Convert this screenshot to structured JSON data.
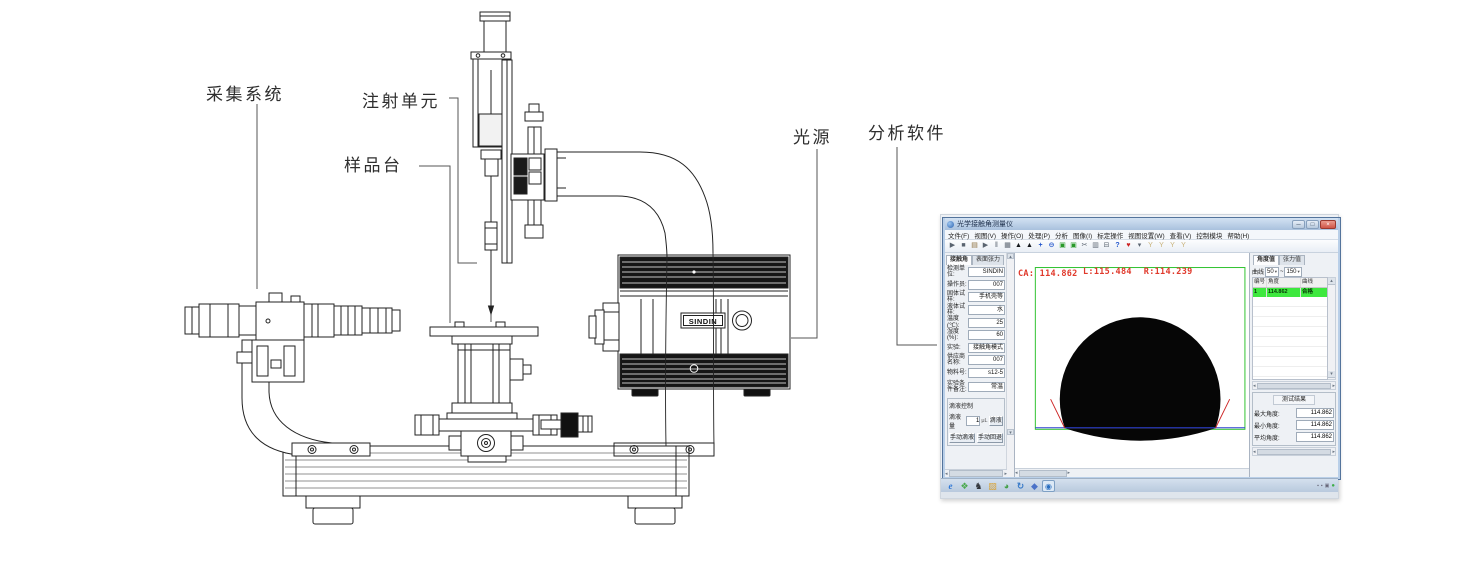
{
  "diagram": {
    "labels": {
      "camera": "采集系统",
      "injector": "注射单元",
      "stage": "样品台",
      "light": "光源",
      "software": "分析软件"
    },
    "brand": "SINDIN"
  },
  "app": {
    "title": "光学接触角测量仪",
    "win_min": "─",
    "win_max": "□",
    "win_close": "×",
    "menus": [
      "文件(F)",
      "视图(V)",
      "操作(O)",
      "处理(P)",
      "分析",
      "图像(I)",
      "标定操作",
      "视图设置(W)",
      "查看(V)",
      "控制模块",
      "帮助(H)"
    ],
    "toolbar": [
      "▶",
      "■",
      "▤",
      "▶",
      "‖",
      "▦",
      "▲",
      "▲",
      "+",
      "⊖",
      "▣",
      "▣",
      "✂",
      "▥",
      "⊟",
      "?",
      "♥",
      "▾",
      "Y",
      "Y",
      "Y",
      "Y"
    ],
    "left": {
      "tabs": [
        "接触角",
        "表面张力"
      ],
      "fields": [
        {
          "label": "检测单位:",
          "value": "SINDIN"
        },
        {
          "label": "操作员:",
          "value": "007"
        },
        {
          "label": "固体试样:",
          "value": "手机壳等"
        },
        {
          "label": "液体试样:",
          "value": "水"
        },
        {
          "label": "温度(℃):",
          "value": "25"
        },
        {
          "label": "湿度(%):",
          "value": "60"
        },
        {
          "label": "实验:",
          "value": "接触角模式"
        },
        {
          "label": "供应商名称:",
          "value": "007"
        },
        {
          "label": "物料号:",
          "value": "s12-5"
        },
        {
          "label": "实验条件备注:",
          "value": "常温"
        }
      ],
      "drop": {
        "title": "滴液控制",
        "amount_label": "滴液量",
        "amount": "1",
        "unit": "μL",
        "drop_btn": "滴液",
        "manual_drop": "手动滴液",
        "manual_back": "手动回退"
      }
    },
    "view": {
      "l": "L:115.484",
      "r": "R:114.239",
      "ca": "CA: 114.862"
    },
    "right": {
      "tabs": [
        "角度值",
        "张力值"
      ],
      "filter_label": "曲线",
      "range_min": "50",
      "range_sep": "~",
      "range_max": "150",
      "headers": [
        "编号",
        "角度",
        "曲线"
      ],
      "row": [
        "1",
        "114.862",
        "合格"
      ],
      "results_title": "测试结果",
      "results": [
        {
          "label": "最大角度:",
          "value": "114.862"
        },
        {
          "label": "最小角度:",
          "value": "114.862"
        },
        {
          "label": "平均角度:",
          "value": "114.862"
        }
      ]
    },
    "taskbar": [
      "e",
      "❖",
      "♞",
      "▨",
      "◕",
      "↻",
      "◆",
      "◉"
    ],
    "colors": {
      "measure_red": "#e0392b",
      "overlay_green": "#35c435",
      "baseline_blue": "#2b3fd4",
      "row_green": "#3ee83e"
    }
  }
}
